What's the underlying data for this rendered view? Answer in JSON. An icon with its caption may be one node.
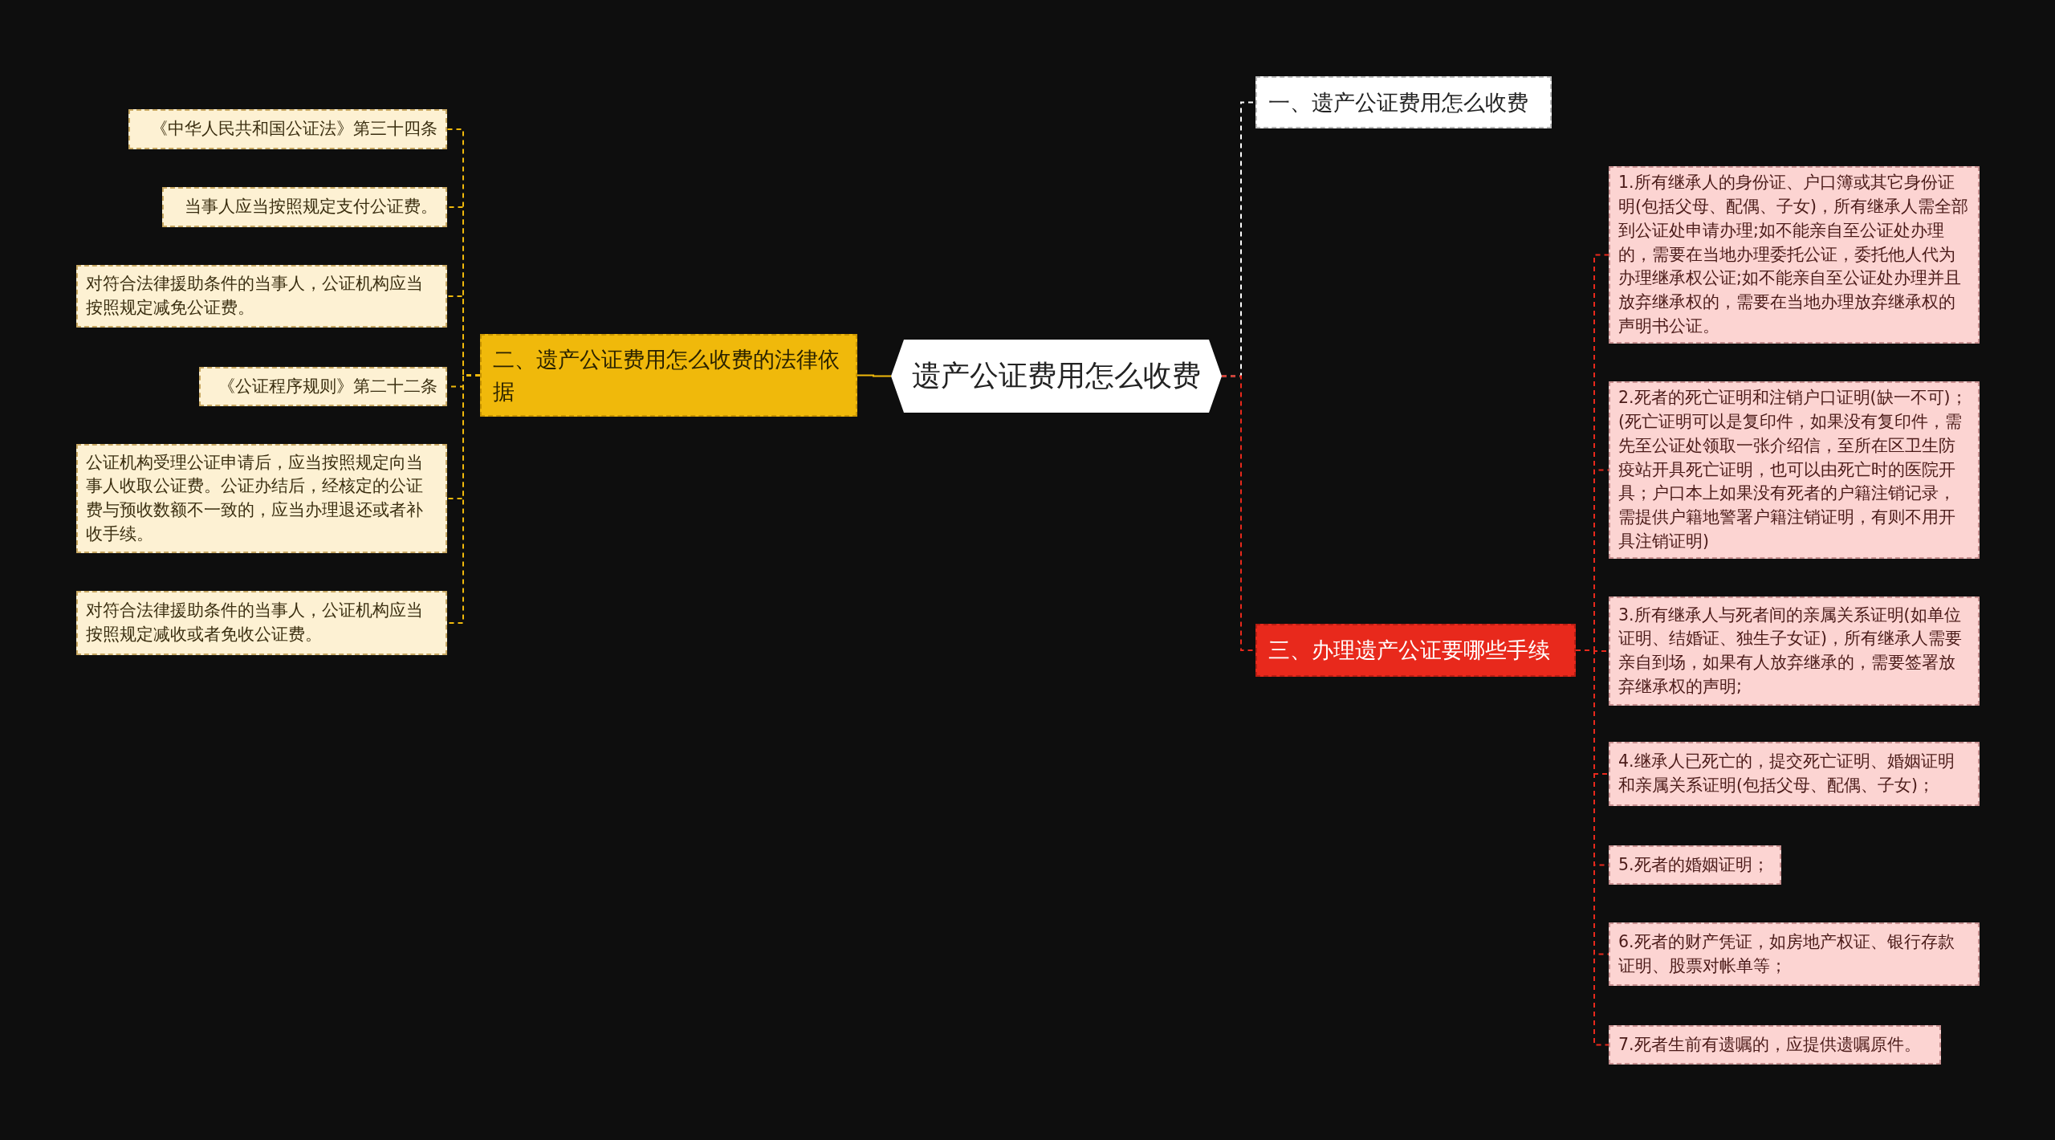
{
  "diagram": {
    "nodes": [
      {
        "text": [
          "遗产公证费用怎么收费"
        ]
      },
      {
        "text": [
          "一、遗产公证费用怎么收费"
        ]
      },
      {
        "text": [
          "二、遗产公证费用怎么收费的法律依据"
        ]
      },
      {
        "text": [
          "三、办理遗产公证要哪些手续"
        ]
      },
      {
        "text": [
          "《中华人民共和国公证法》第三十四条"
        ]
      },
      {
        "text": [
          "当事人应当按照规定支付公证费。"
        ]
      },
      {
        "text": [
          "对符合法律援助条件的当事人，公证机构应当按照规定减免公证费。"
        ]
      },
      {
        "text": [
          "《公证程序规则》第二十二条"
        ]
      },
      {
        "text": [
          "公证机构受理公证申请后，应当按照规定向当事人收取公证费。公证办结后，经核定的公证费与预收数额不一致的，应当办理退还或者补收手续。"
        ]
      },
      {
        "text": [
          "对符合法律援助条件的当事人，公证机构应当按照规定减收或者免收公证费。"
        ]
      },
      {
        "text": [
          "1.所有继承人的身份证、户口簿或其它身份证明(包括父母、配偶、子女)，所有继承人需全部到公证处申请办理;如不能亲自至公证处办理的，需要在当地办理委托公证，委托他人代为办理继承权公证;如不能亲自至公证处办理并且放弃继承权的，需要在当地办理放弃继承权的声明书公证。"
        ]
      },
      {
        "text": [
          "2.死者的死亡证明和注销户口证明(缺一不可)；(死亡证明可以是复印件，如果没有复印件，需先至公证处领取一张介绍信，至所在区卫生防疫站开具死亡证明，也可以由死亡时的医院开具；户口本上如果没有死者的户籍注销记录，需提供户籍地警署户籍注销证明，有则不用开具注销证明)"
        ]
      },
      {
        "text": [
          "3.所有继承人与死者间的亲属关系证明(如单位证明、结婚证、独生子女证)，所有继承人需要亲自到场，如果有人放弃继承的，需要签署放弃继承权的声明;"
        ]
      },
      {
        "text": [
          "4.继承人已死亡的，提交死亡证明、婚姻证明和亲属关系证明(包括父母、配偶、子女)；"
        ]
      },
      {
        "text": [
          "5.死者的婚姻证明；"
        ]
      },
      {
        "text": [
          "6.死者的财产凭证，如房地产权证、银行存款证明、股票对帐单等；"
        ]
      },
      {
        "text": [
          "7.死者生前有遗嘱的，应提供遗嘱原件。"
        ]
      }
    ],
    "edges": [
      {
        "from": 0,
        "to": 1,
        "arrow": "none",
        "style": "dashed",
        "color": "#ffffff"
      },
      {
        "from": 0,
        "to": 2,
        "arrow": "none",
        "color": "#f0b90b"
      },
      {
        "from": 0,
        "to": 3,
        "arrow": "none",
        "style": "dashed",
        "color": "#e8291c"
      },
      {
        "from": 2,
        "to": 4,
        "arrow": "none",
        "style": "dashed",
        "color": "#f0b90b"
      },
      {
        "from": 2,
        "to": 5,
        "arrow": "none",
        "style": "dashed",
        "color": "#f0b90b"
      },
      {
        "from": 2,
        "to": 6,
        "arrow": "none",
        "style": "dashed",
        "color": "#f0b90b"
      },
      {
        "from": 2,
        "to": 7,
        "arrow": "none",
        "style": "dashed",
        "color": "#f0b90b"
      },
      {
        "from": 2,
        "to": 8,
        "arrow": "none",
        "style": "dashed",
        "color": "#f0b90b"
      },
      {
        "from": 2,
        "to": 9,
        "arrow": "none",
        "style": "dashed",
        "color": "#f0b90b"
      },
      {
        "from": 3,
        "to": 10,
        "arrow": "none",
        "style": "dashed",
        "color": "#e8291c"
      },
      {
        "from": 3,
        "to": 11,
        "arrow": "none",
        "style": "dashed",
        "color": "#e8291c"
      },
      {
        "from": 3,
        "to": 12,
        "arrow": "none",
        "style": "dashed",
        "color": "#e8291c"
      },
      {
        "from": 3,
        "to": 13,
        "arrow": "none",
        "style": "dashed",
        "color": "#e8291c"
      },
      {
        "from": 3,
        "to": 14,
        "arrow": "none",
        "style": "dashed",
        "color": "#e8291c"
      },
      {
        "from": 3,
        "to": 15,
        "arrow": "none",
        "style": "dashed",
        "color": "#e8291c"
      },
      {
        "from": 3,
        "to": 16,
        "arrow": "none",
        "style": "dashed",
        "color": "#e8291c"
      }
    ]
  }
}
